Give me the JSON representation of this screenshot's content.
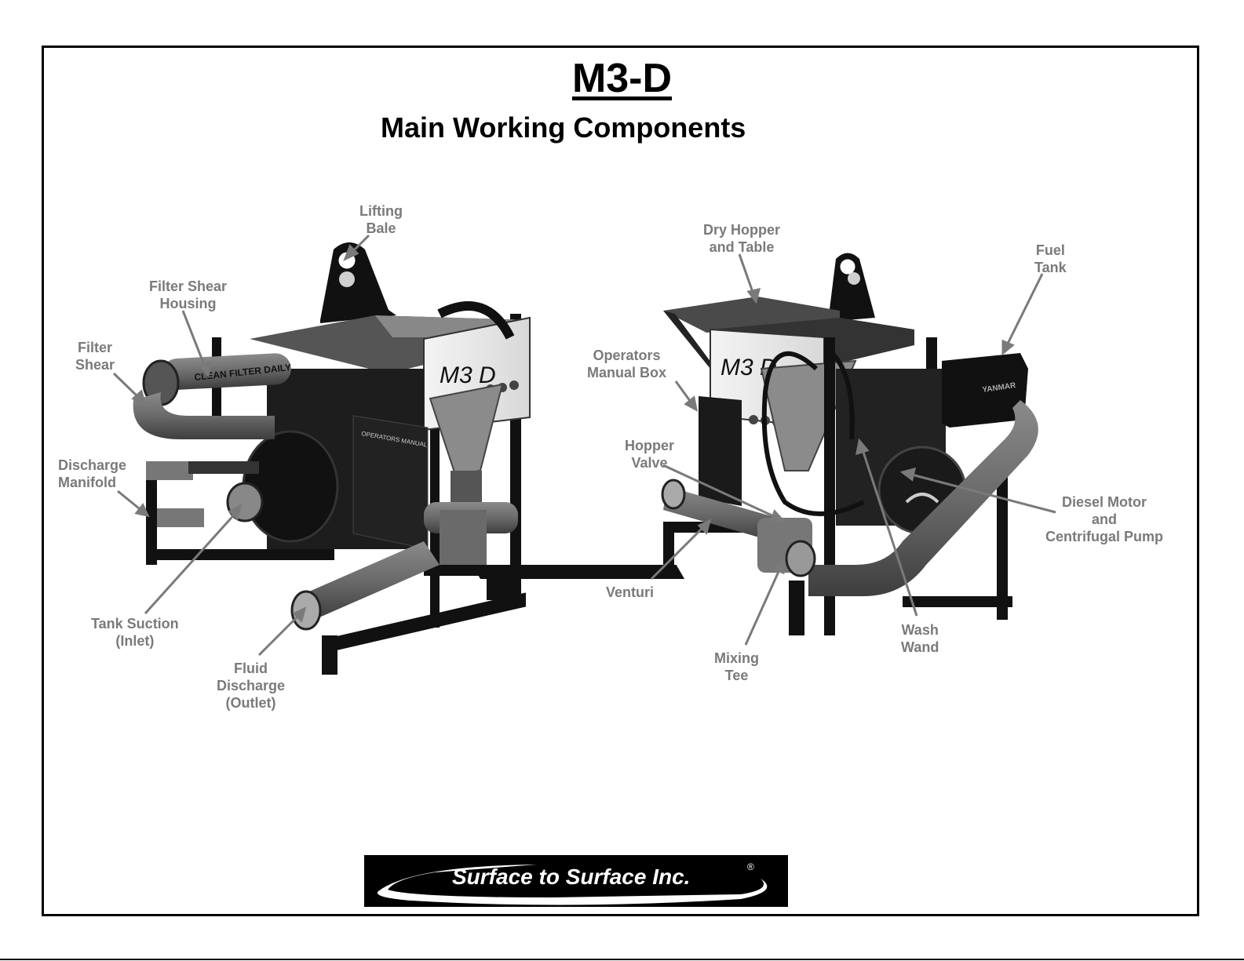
{
  "page": {
    "title": "M3-D",
    "subtitle": "Main Working Components"
  },
  "machine_left": {
    "panel_text": "M3 D",
    "label_filter_sign": "CLEAN FILTER DAILY",
    "label_manual_box": "OPERATORS MANUAL",
    "labels": {
      "lifting_bale": [
        "Lifting",
        "Bale"
      ],
      "filter_shear_housing": [
        "Filter Shear",
        "Housing"
      ],
      "filter_shear": [
        "Filter",
        "Shear"
      ],
      "discharge_manifold": [
        "Discharge",
        "Manifold"
      ],
      "tank_suction": [
        "Tank Suction",
        "(Inlet)"
      ],
      "fluid_discharge": [
        "Fluid",
        "Discharge",
        "(Outlet)"
      ]
    }
  },
  "machine_right": {
    "panel_text": "M3 D",
    "brand_text": "YANMAR",
    "labels": {
      "dry_hopper": [
        "Dry Hopper",
        "and Table"
      ],
      "fuel_tank": [
        "Fuel",
        "Tank"
      ],
      "operators_manual_box": [
        "Operators",
        "Manual Box"
      ],
      "hopper_valve": [
        "Hopper",
        "Valve"
      ],
      "diesel_motor": [
        "Diesel Motor",
        "and",
        "Centrifugal Pump"
      ],
      "venturi": [
        "Venturi"
      ],
      "mixing_tee": [
        "Mixing",
        "Tee"
      ],
      "wash_wand": [
        "Wash",
        "Wand"
      ]
    }
  },
  "logo": {
    "text": "Surface to Surface Inc.",
    "registered": "®"
  },
  "colors": {
    "label_gray": "#7a7a7a",
    "frame_black": "#000000",
    "pipe_gray": "#6b6b6b"
  }
}
